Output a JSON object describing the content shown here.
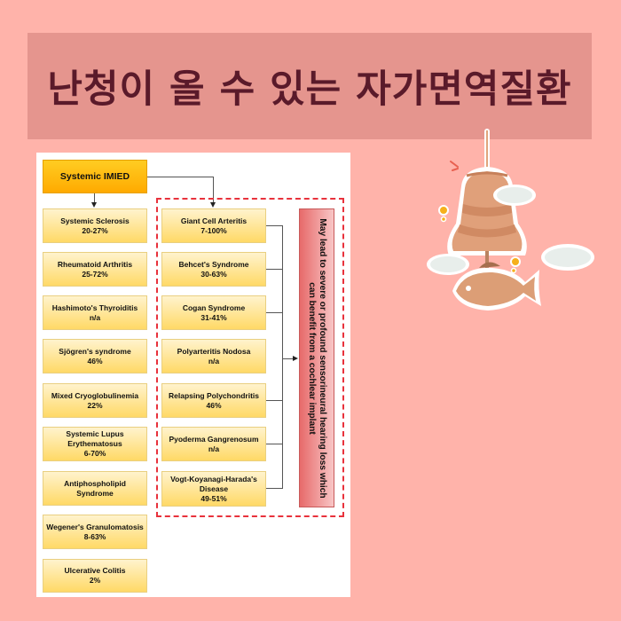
{
  "title": "난청이 올 수 있는 자가면역질환",
  "diagram": {
    "root": "Systemic IMIED",
    "left_column": [
      {
        "name": "Systemic Sclerosis",
        "value": "20-27%"
      },
      {
        "name": "Rheumatoid Arthritis",
        "value": "25-72%"
      },
      {
        "name": "Hashimoto's Thyroiditis",
        "value": "n/a"
      },
      {
        "name": "Sjögren's syndrome",
        "value": "46%"
      },
      {
        "name": "Mixed Cryoglobulinemia",
        "value": "22%"
      },
      {
        "name": "Systemic Lupus Erythematosus",
        "value": "6-70%"
      },
      {
        "name": "Antiphospholipid Syndrome",
        "value": ""
      },
      {
        "name": "Wegener's Granulomatosis",
        "value": "8-63%"
      },
      {
        "name": "Ulcerative Colitis",
        "value": "2%"
      }
    ],
    "right_column": [
      {
        "name": "Giant Cell Arteritis",
        "value": "7-100%"
      },
      {
        "name": "Behcet's Syndrome",
        "value": "30-63%"
      },
      {
        "name": "Cogan Syndrome",
        "value": "31-41%"
      },
      {
        "name": "Polyarteritis Nodosa",
        "value": "n/a"
      },
      {
        "name": "Relapsing Polychondritis",
        "value": "46%"
      },
      {
        "name": "Pyoderma Gangrenosum",
        "value": "n/a"
      },
      {
        "name": "Vogt-Koyanagi-Harada's Disease",
        "value": "49-51%"
      }
    ],
    "outcome": "May lead to severe or profound sensorineural hearing loss which can benefit from a cochlear implant"
  },
  "illustration": {
    "icon": "wind-chime-bell-fish-icon"
  },
  "colors": {
    "background": "#ffb3aa",
    "title_bar": "#e5958e",
    "title_text": "#5a1a2a",
    "node_fill": "#ffd966",
    "root_fill": "#ffaa00",
    "dashed_border": "#e8323c",
    "outcome_fill": "#e76a6a"
  }
}
